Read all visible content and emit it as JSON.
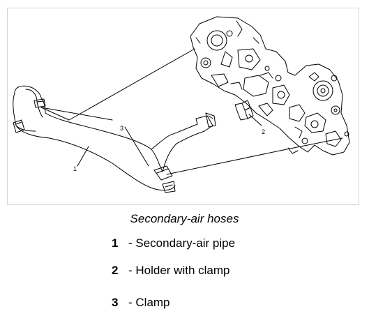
{
  "diagram": {
    "callouts": [
      "1",
      "2",
      "3"
    ]
  },
  "caption": "Secondary-air hoses",
  "legend": [
    {
      "number": "1",
      "text": "- Secondary-air pipe"
    },
    {
      "number": "2",
      "text": "- Holder with clamp"
    },
    {
      "number": "3",
      "text": "- Clamp"
    }
  ],
  "colors": {
    "line": "#000000",
    "frame": "#d4d4d4",
    "background": "#ffffff"
  }
}
